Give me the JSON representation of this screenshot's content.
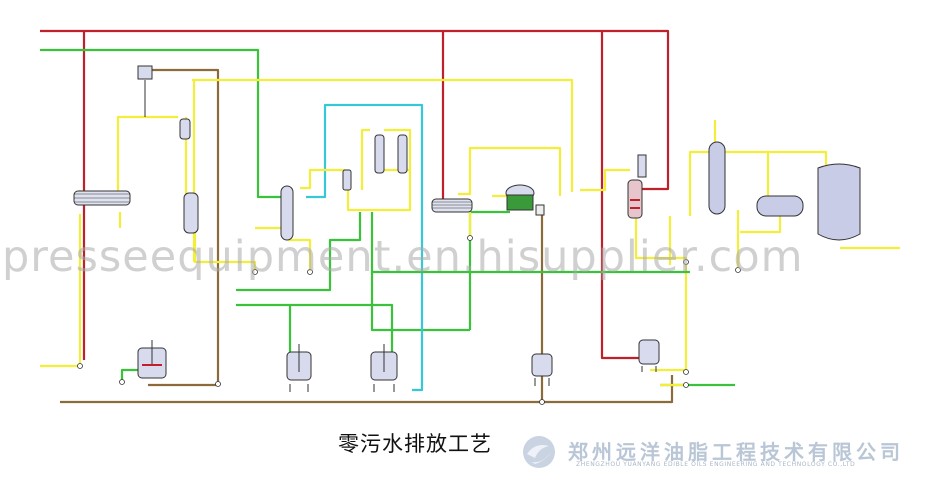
{
  "title": "零污水排放工艺",
  "watermark": "presseequipment.en.hisupplier.com",
  "company": {
    "name_cn": "郑州远洋油脂工程技术有限公司",
    "name_en": "ZHENGZHOU YUANYANG EDIBLE OILS ENGINEERING AND TECHNOLOGY CO.,LTD"
  },
  "colors": {
    "steam": "#c0202a",
    "water": "#f2ee3a",
    "green_line": "#3bc23b",
    "cyan_line": "#37c8d8",
    "brown_line": "#8c6a3a",
    "vessel": "#c8cce6"
  },
  "icons": [
    "logo-swirl-icon"
  ]
}
